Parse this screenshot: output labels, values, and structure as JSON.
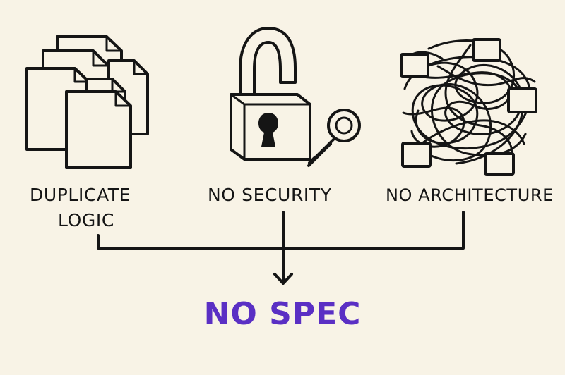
{
  "labels": {
    "duplicate_line1": "DUPLICATE",
    "duplicate_line2": "LOGIC",
    "security": "NO SECURITY",
    "architecture": "NO ARCHITECTURE",
    "result": "NO SPEC"
  },
  "colors": {
    "background": "#f8f3e6",
    "ink": "#151515",
    "accent": "#5a2fc4"
  },
  "icons": {
    "left": "stacked-documents-icon",
    "middle": "open-padlock-with-key-icon",
    "right": "tangled-network-icon"
  }
}
